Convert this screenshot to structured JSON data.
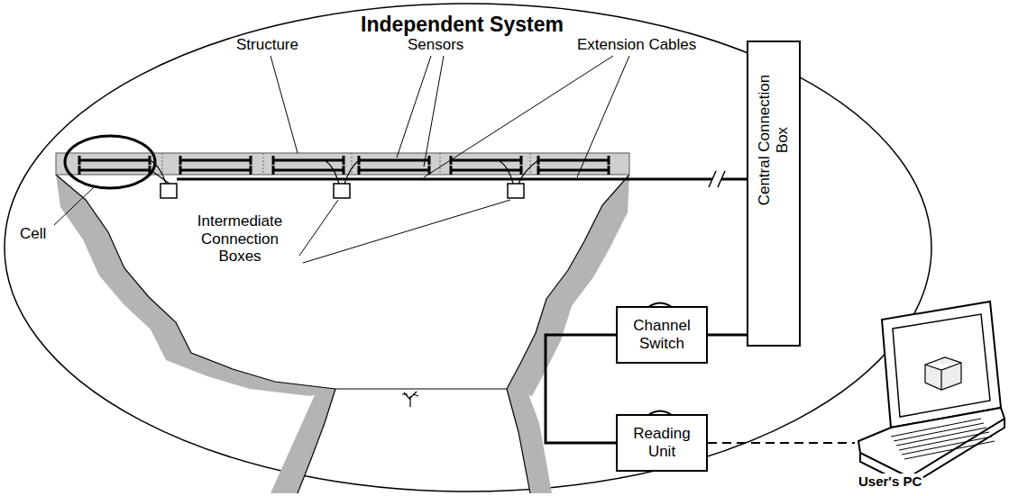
{
  "diagram": {
    "title": "Independent System",
    "nodes": [
      {
        "text": [
          "Central Connection Box"
        ]
      },
      {
        "text": [
          "Channel Switch"
        ]
      },
      {
        "text": [
          "Reading Unit"
        ]
      },
      {
        "text": [
          "User's PC"
        ]
      }
    ],
    "edges": [
      {
        "from": 1,
        "to": 0,
        "arrow": "none"
      },
      {
        "from": 1,
        "to": 2,
        "arrow": "none"
      },
      {
        "from": 2,
        "to": 3,
        "arrow": "none"
      }
    ],
    "labels": [
      "Structure",
      "Sensors",
      "Extension Cables",
      "Cell",
      "Intermediate Connection Boxes"
    ]
  }
}
